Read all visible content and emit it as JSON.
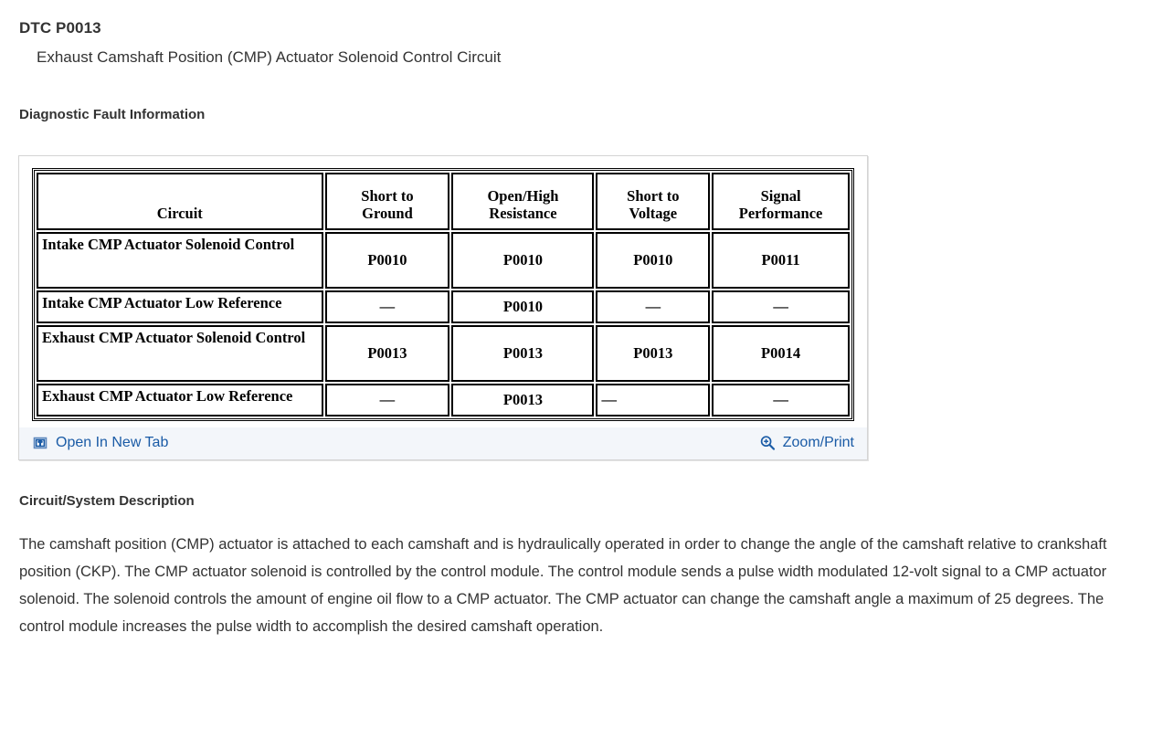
{
  "document": {
    "dtc_code": "DTC P0013",
    "dtc_name": "Exhaust Camshaft Position (CMP) Actuator Solenoid Control Circuit"
  },
  "sections": {
    "diagnostic_fault_information": "Diagnostic Fault Information",
    "circuit_system_description": "Circuit/System Description"
  },
  "fault_table": {
    "headers": {
      "circuit": "Circuit",
      "short_to_ground": "Short to Ground",
      "short_to_ground_l1": "Short to",
      "short_to_ground_l2": "Ground",
      "open_high_resistance": "Open/High Resistance",
      "open_high_resistance_l1": "Open/High",
      "open_high_resistance_l2": "Resistance",
      "short_to_voltage": "Short to Voltage",
      "short_to_voltage_l1": "Short to",
      "short_to_voltage_l2": "Voltage",
      "signal_performance": "Signal Performance",
      "signal_performance_l1": "Signal",
      "signal_performance_l2": "Performance"
    },
    "rows": [
      {
        "circuit": "Intake CMP Actuator Solenoid Control",
        "short_to_ground": "P0010",
        "open_high_resistance": "P0010",
        "short_to_voltage": "P0010",
        "signal_performance": "P0011"
      },
      {
        "circuit": "Intake CMP Actuator Low Reference",
        "short_to_ground": "—",
        "open_high_resistance": "P0010",
        "short_to_voltage": "—",
        "signal_performance": "—"
      },
      {
        "circuit": "Exhaust CMP Actuator Solenoid Control",
        "short_to_ground": "P0013",
        "open_high_resistance": "P0013",
        "short_to_voltage": "P0013",
        "signal_performance": "P0014"
      },
      {
        "circuit": "Exhaust CMP Actuator Low Reference",
        "short_to_ground": "—",
        "open_high_resistance": "P0013",
        "short_to_voltage": "—",
        "signal_performance": "—"
      }
    ]
  },
  "figure_toolbar": {
    "open_in_new_tab_label": "Open In New Tab",
    "open_in_new_tab_icon": "open-in-new-tab-icon",
    "zoom_print_label": "Zoom/Print",
    "zoom_print_icon": "magnifier-plus-icon",
    "link_color": "#1a5ba6",
    "background": "#f3f6fa"
  },
  "description": {
    "paragraph": " The camshaft position (CMP) actuator is attached to each camshaft and is hydraulically operated in order to change the angle of the camshaft relative to crankshaft position (CKP). The CMP actuator solenoid is controlled by the control module. The control module sends a pulse width modulated 12-volt signal to a CMP actuator solenoid. The solenoid controls the amount of engine oil flow to a CMP actuator. The CMP actuator can change the camshaft angle a maximum of 25 degrees. The control module increases the pulse width to accomplish the desired camshaft operation."
  }
}
